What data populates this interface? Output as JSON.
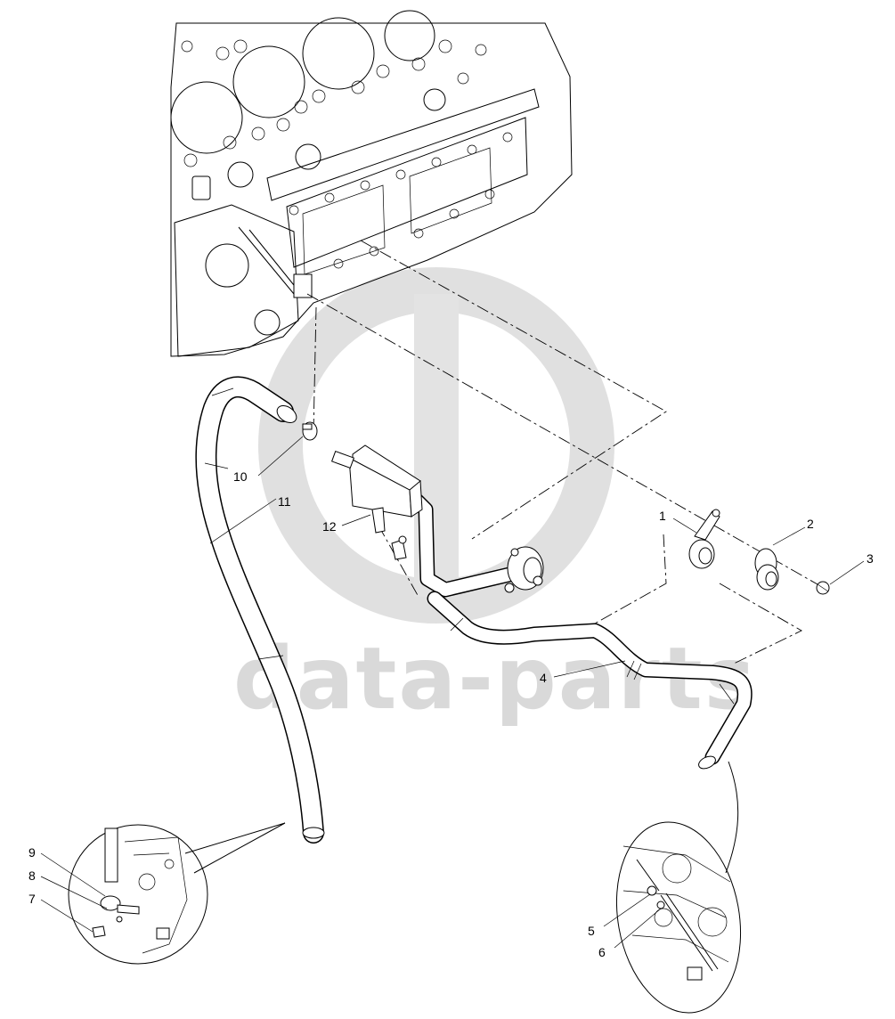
{
  "watermark": {
    "text": "data-parts"
  },
  "callouts": [
    "1",
    "2",
    "3",
    "4",
    "5",
    "6",
    "7",
    "8",
    "9",
    "10",
    "11",
    "12"
  ],
  "colors": {
    "line": "#000000",
    "watermark": "#d9d9d9",
    "background": "#ffffff"
  }
}
